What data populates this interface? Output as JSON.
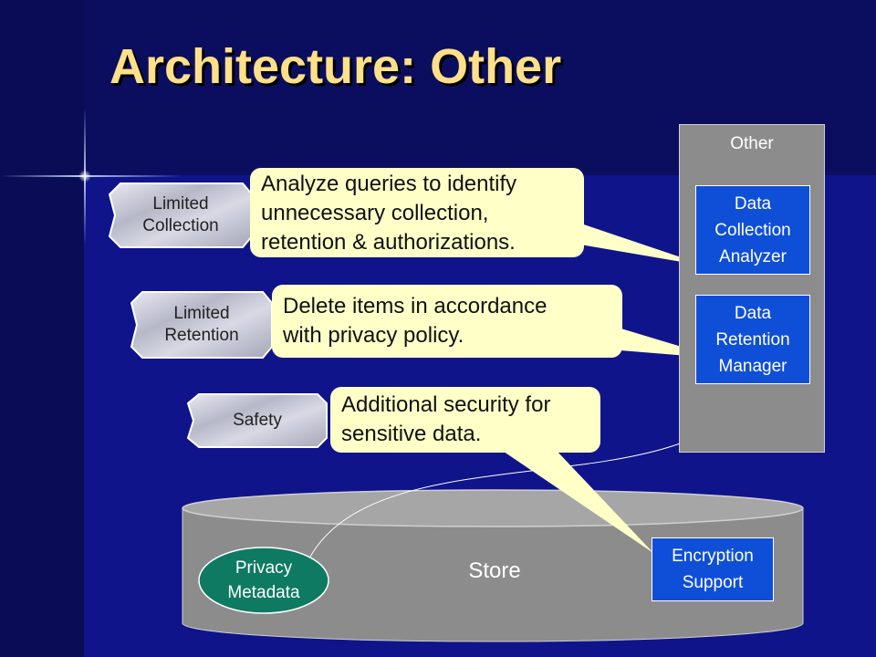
{
  "slide": {
    "title": "Architecture: Other"
  },
  "colors": {
    "title": "#ffe08a",
    "panel_gray": "#8c8c8c",
    "component_blue": "#0f4fd8",
    "callout_fill": "#ffffc8",
    "privacy_ellipse": "#0e7a62",
    "background": "#10148a"
  },
  "other_panel": {
    "label": "Other",
    "components": [
      {
        "label": "Data\nCollection\nAnalyzer"
      },
      {
        "label": "Data\nRetention\nManager"
      }
    ]
  },
  "principles": [
    {
      "label": "Limited\nCollection"
    },
    {
      "label": "Limited\nRetention"
    },
    {
      "label": "Safety"
    }
  ],
  "callouts": [
    {
      "text": "Analyze queries to identify\nunnecessary collection,\nretention & authorizations."
    },
    {
      "text": "Delete items in accordance\nwith privacy policy."
    },
    {
      "text": "Additional security for\nsensitive data."
    }
  ],
  "store": {
    "label": "Store",
    "privacy_metadata": "Privacy\nMetadata",
    "encryption_support": "Encryption\nSupport"
  }
}
